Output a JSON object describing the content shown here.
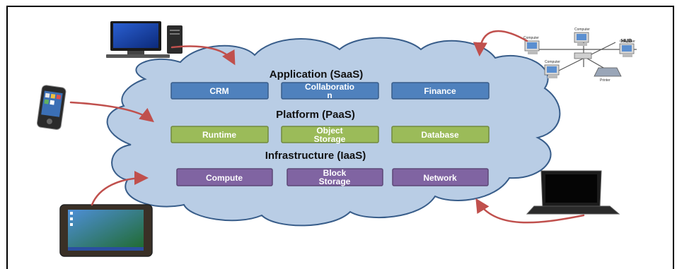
{
  "layers": [
    {
      "title": "Application (SaaS)",
      "color": "#4f81bd",
      "boxes": [
        {
          "lines": [
            "CRM"
          ]
        },
        {
          "lines": [
            "Collaboratio",
            "n"
          ]
        },
        {
          "lines": [
            "Finance"
          ]
        }
      ]
    },
    {
      "title": "Platform (PaaS)",
      "color": "#9bbb59",
      "boxes": [
        {
          "lines": [
            "Runtime"
          ]
        },
        {
          "lines": [
            "Object",
            "Storage"
          ]
        },
        {
          "lines": [
            "Database"
          ]
        }
      ]
    },
    {
      "title": "Infrastructure (IaaS)",
      "color": "#8064a2",
      "boxes": [
        {
          "lines": [
            "Compute"
          ]
        },
        {
          "lines": [
            "Block",
            "Storage"
          ]
        },
        {
          "lines": [
            "Network"
          ]
        }
      ]
    }
  ],
  "network_labels": {
    "hub": "HUB",
    "computer": "Computer",
    "printer": "Printer"
  },
  "colors": {
    "cloud_fill": "#b9cde5",
    "cloud_stroke": "#385d8a",
    "arrow": "#c0504d"
  },
  "devices": [
    "desktop-computer",
    "mobile-phone",
    "tablet",
    "laptop",
    "hub-network"
  ]
}
